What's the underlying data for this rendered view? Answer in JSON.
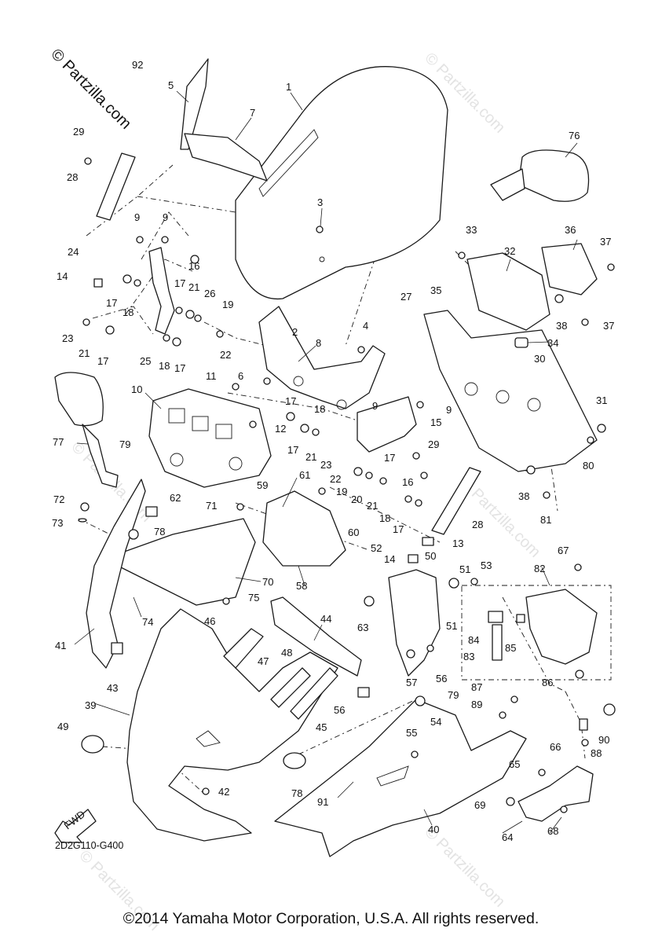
{
  "watermark": {
    "site_text": "© Partzilla.com",
    "faint_text": "© Partzilla.com"
  },
  "diagram": {
    "code": "2D2G110-G400",
    "fwd_label": "FWD",
    "callouts": [
      {
        "id": "c92",
        "text": "92"
      },
      {
        "id": "c1",
        "text": "1"
      },
      {
        "id": "c5",
        "text": "5"
      },
      {
        "id": "c7",
        "text": "7"
      },
      {
        "id": "c29a",
        "text": "29"
      },
      {
        "id": "c28a",
        "text": "28"
      },
      {
        "id": "c76",
        "text": "76"
      },
      {
        "id": "c3",
        "text": "3"
      },
      {
        "id": "c9a",
        "text": "9"
      },
      {
        "id": "c9b",
        "text": "9"
      },
      {
        "id": "c16a",
        "text": "16"
      },
      {
        "id": "c24",
        "text": "24"
      },
      {
        "id": "c14a",
        "text": "14"
      },
      {
        "id": "c17a",
        "text": "17"
      },
      {
        "id": "c18a",
        "text": "18"
      },
      {
        "id": "c17b",
        "text": "17"
      },
      {
        "id": "c21a",
        "text": "21"
      },
      {
        "id": "c26",
        "text": "26"
      },
      {
        "id": "c19a",
        "text": "19"
      },
      {
        "id": "c2",
        "text": "2"
      },
      {
        "id": "c23a",
        "text": "23"
      },
      {
        "id": "c21b",
        "text": "21"
      },
      {
        "id": "c17c",
        "text": "17"
      },
      {
        "id": "c25",
        "text": "25"
      },
      {
        "id": "c18b",
        "text": "18"
      },
      {
        "id": "c17d",
        "text": "17"
      },
      {
        "id": "c22a",
        "text": "22"
      },
      {
        "id": "c33",
        "text": "33"
      },
      {
        "id": "c32",
        "text": "32"
      },
      {
        "id": "c36",
        "text": "36"
      },
      {
        "id": "c37a",
        "text": "37"
      },
      {
        "id": "c37b",
        "text": "37"
      },
      {
        "id": "c38a",
        "text": "38"
      },
      {
        "id": "c27",
        "text": "27"
      },
      {
        "id": "c35",
        "text": "35"
      },
      {
        "id": "c4",
        "text": "4"
      },
      {
        "id": "c34",
        "text": "34"
      },
      {
        "id": "c30",
        "text": "30"
      },
      {
        "id": "c8",
        "text": "8"
      },
      {
        "id": "c11",
        "text": "11"
      },
      {
        "id": "c6",
        "text": "6"
      },
      {
        "id": "c10",
        "text": "10"
      },
      {
        "id": "c9c",
        "text": "9"
      },
      {
        "id": "c9d",
        "text": "9"
      },
      {
        "id": "c18c",
        "text": "18"
      },
      {
        "id": "c17e",
        "text": "17"
      },
      {
        "id": "c15",
        "text": "15"
      },
      {
        "id": "c12",
        "text": "12"
      },
      {
        "id": "c31",
        "text": "31"
      },
      {
        "id": "c77",
        "text": "77"
      },
      {
        "id": "c79a",
        "text": "79"
      },
      {
        "id": "c17f",
        "text": "17"
      },
      {
        "id": "c21c",
        "text": "21"
      },
      {
        "id": "c23b",
        "text": "23"
      },
      {
        "id": "c29b",
        "text": "29"
      },
      {
        "id": "c80",
        "text": "80"
      },
      {
        "id": "c17g",
        "text": "17"
      },
      {
        "id": "c16b",
        "text": "16"
      },
      {
        "id": "c22b",
        "text": "22"
      },
      {
        "id": "c61",
        "text": "61"
      },
      {
        "id": "c19b",
        "text": "19"
      },
      {
        "id": "c20",
        "text": "20"
      },
      {
        "id": "c21d",
        "text": "21"
      },
      {
        "id": "c38b",
        "text": "38"
      },
      {
        "id": "c59",
        "text": "59"
      },
      {
        "id": "c72",
        "text": "72"
      },
      {
        "id": "c62",
        "text": "62"
      },
      {
        "id": "c71",
        "text": "71"
      },
      {
        "id": "c18d",
        "text": "18"
      },
      {
        "id": "c17h",
        "text": "17"
      },
      {
        "id": "c28b",
        "text": "28"
      },
      {
        "id": "c81",
        "text": "81"
      },
      {
        "id": "c73",
        "text": "73"
      },
      {
        "id": "c78a",
        "text": "78"
      },
      {
        "id": "c60",
        "text": "60"
      },
      {
        "id": "c52",
        "text": "52"
      },
      {
        "id": "c13",
        "text": "13"
      },
      {
        "id": "c14b",
        "text": "14"
      },
      {
        "id": "c67",
        "text": "67"
      },
      {
        "id": "c50",
        "text": "50"
      },
      {
        "id": "c51a",
        "text": "51"
      },
      {
        "id": "c53",
        "text": "53"
      },
      {
        "id": "c82",
        "text": "82"
      },
      {
        "id": "c58",
        "text": "58"
      },
      {
        "id": "c70",
        "text": "70"
      },
      {
        "id": "c75",
        "text": "75"
      },
      {
        "id": "c63",
        "text": "63"
      },
      {
        "id": "c74",
        "text": "74"
      },
      {
        "id": "c84",
        "text": "84"
      },
      {
        "id": "c85",
        "text": "85"
      },
      {
        "id": "c51b",
        "text": "51"
      },
      {
        "id": "c83",
        "text": "83"
      },
      {
        "id": "c46",
        "text": "46"
      },
      {
        "id": "c44",
        "text": "44"
      },
      {
        "id": "c41",
        "text": "41"
      },
      {
        "id": "c48",
        "text": "48"
      },
      {
        "id": "c43",
        "text": "43"
      },
      {
        "id": "c47",
        "text": "47"
      },
      {
        "id": "c57",
        "text": "57"
      },
      {
        "id": "c56a",
        "text": "56"
      },
      {
        "id": "c86",
        "text": "86"
      },
      {
        "id": "c87",
        "text": "87"
      },
      {
        "id": "c79b",
        "text": "79"
      },
      {
        "id": "c39",
        "text": "39"
      },
      {
        "id": "c89",
        "text": "89"
      },
      {
        "id": "c56b",
        "text": "56"
      },
      {
        "id": "c45",
        "text": "45"
      },
      {
        "id": "c54",
        "text": "54"
      },
      {
        "id": "c49",
        "text": "49"
      },
      {
        "id": "c55",
        "text": "55"
      },
      {
        "id": "c90",
        "text": "90"
      },
      {
        "id": "c66",
        "text": "66"
      },
      {
        "id": "c88",
        "text": "88"
      },
      {
        "id": "c42",
        "text": "42"
      },
      {
        "id": "c78b",
        "text": "78"
      },
      {
        "id": "c65",
        "text": "65"
      },
      {
        "id": "c91",
        "text": "91"
      },
      {
        "id": "c69",
        "text": "69"
      },
      {
        "id": "c40",
        "text": "40"
      },
      {
        "id": "c64",
        "text": "64"
      },
      {
        "id": "c68",
        "text": "68"
      }
    ]
  },
  "footer": {
    "copyright": "©2014 Yamaha Motor Corporation, U.S.A. All rights reserved."
  }
}
